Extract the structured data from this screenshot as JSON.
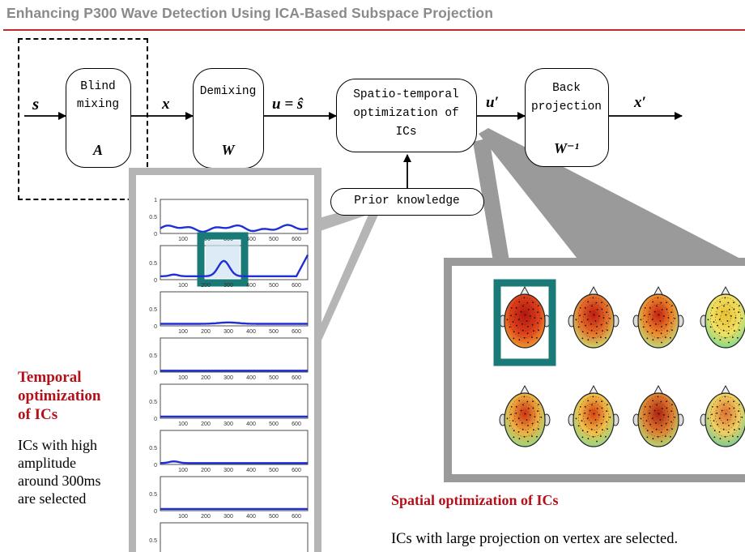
{
  "title": "Enhancing P300 Wave Detection Using ICA-Based Subspace Projection",
  "colors": {
    "accent_red": "#b4101a",
    "rule_red": "#c0282d",
    "trace_blue": "#1f2fd6",
    "highlight_teal": "#1a7a78",
    "panel_gray": "#b5b5b5"
  },
  "diagram": {
    "signals": {
      "s": "s",
      "x": "x",
      "u": "u = ŝ",
      "u_prime": "u′",
      "x_prime": "x′"
    },
    "blocks": {
      "mixing": {
        "line1": "Blind",
        "line2": "mixing",
        "symbol": "A"
      },
      "demixing": {
        "line1": "Demixing",
        "symbol": "W"
      },
      "optimization": {
        "line1": "Spatio-temporal",
        "line2": "optimization of",
        "line3": "ICs"
      },
      "back_projection": {
        "line1": "Back",
        "line2": "projection",
        "symbol": "W⁻¹"
      }
    },
    "prior_knowledge": "Prior knowledge"
  },
  "temporal": {
    "heading_lines": [
      "Temporal",
      "optimization",
      "of ICs"
    ],
    "desc_lines": [
      "ICs with high",
      "amplitude",
      "around 300ms",
      "are selected"
    ],
    "x_ticks": [
      "100",
      "200",
      "300",
      "400",
      "500",
      "600"
    ],
    "y_ticks": [
      "1",
      "0.5",
      "0"
    ],
    "selected_component": 2
  },
  "spatial": {
    "heading": "Spatial optimization of ICs",
    "desc": "ICs with large projection on vertex are selected.",
    "selected_map": 1
  }
}
